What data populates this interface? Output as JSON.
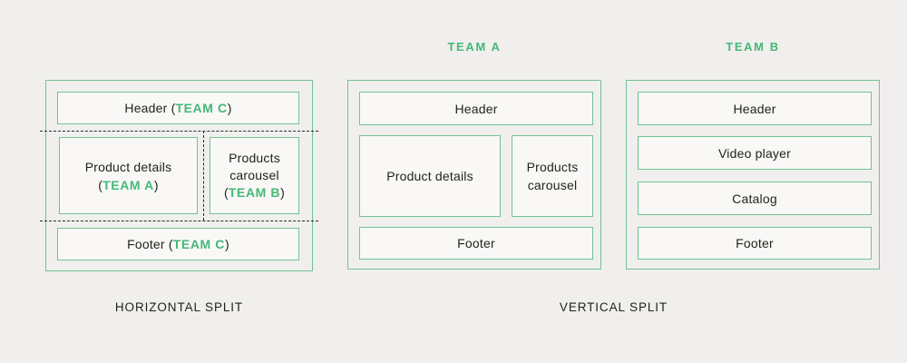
{
  "colors": {
    "background": "#f0efed",
    "border_green": "#74c193",
    "team_green": "#45b878",
    "box_fill": "#f9f8f6",
    "text_dark": "#20241f"
  },
  "horizontal": {
    "caption": "HORIZONTAL SPLIT",
    "header": {
      "prefix": "Header (",
      "team": "TEAM C",
      "suffix": ")"
    },
    "product_details": {
      "title": "Product details",
      "open": "(",
      "team": "TEAM A",
      "close": ")"
    },
    "products_carousel": {
      "line1": "Products",
      "line2": "carousel",
      "open": "(",
      "team": "TEAM B",
      "close": ")"
    },
    "footer": {
      "prefix": "Footer (",
      "team": "TEAM C",
      "suffix": ")"
    }
  },
  "vertical": {
    "caption": "VERTICAL SPLIT",
    "team_a": {
      "title": "TEAM A",
      "header": "Header",
      "product_details": "Product details",
      "products_carousel": "Products carousel",
      "footer": "Footer"
    },
    "team_b": {
      "title": "TEAM B",
      "header": "Header",
      "video_player": "Video player",
      "catalog": "Catalog",
      "footer": "Footer"
    }
  }
}
